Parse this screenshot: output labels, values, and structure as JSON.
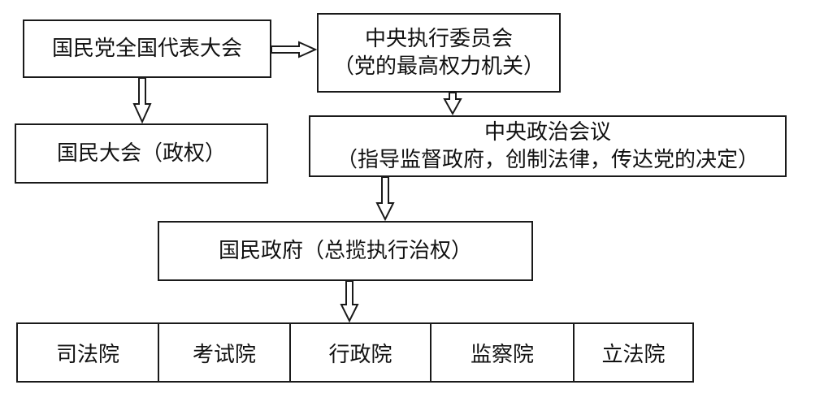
{
  "diagram": {
    "congress_box": {
      "label": "国民党全国代表大会"
    },
    "cec_box": {
      "line1": "中央执行委员会",
      "line2": "（党的最高权力机关）"
    },
    "national_assembly_box": {
      "label": "国民大会（政权）"
    },
    "political_council_box": {
      "line1": "中央政治会议",
      "line2": "（指导监督政府，创制法律，传达党的决定）"
    },
    "government_box": {
      "label": "国民政府（总揽执行治权）"
    },
    "yuans": [
      {
        "label": "司法院"
      },
      {
        "label": "考试院"
      },
      {
        "label": "行政院"
      },
      {
        "label": "监察院"
      },
      {
        "label": "立法院"
      }
    ]
  }
}
